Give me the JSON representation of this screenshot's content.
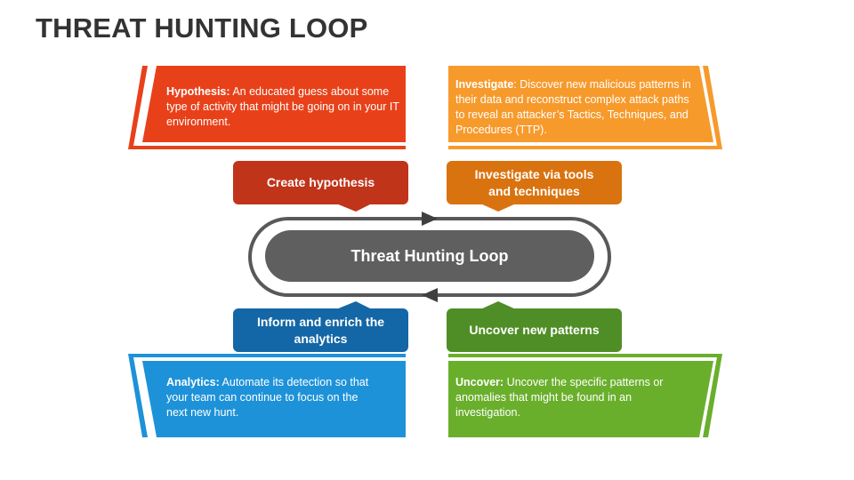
{
  "slide": {
    "title": "THREAT HUNTING LOOP"
  },
  "center": {
    "label": "Threat Hunting Loop"
  },
  "steps": [
    {
      "id": "hypothesis",
      "label": "Create hypothesis",
      "desc_term": "Hypothesis:",
      "desc_text": " An educated guess about some type of activity that might be going on in your IT environment.",
      "color": "#E8411A",
      "label_color": "#C0341A"
    },
    {
      "id": "investigate",
      "label": "Investigate via tools and techniques",
      "desc_term": "Investigate",
      "desc_text": ": Discover new malicious patterns in their data and reconstruct complex attack paths to reveal an attacker’s Tactics, Techniques, and Procedures (TTP).",
      "color": "#F79A2C",
      "label_color": "#D9730F"
    },
    {
      "id": "analytics",
      "label": "Inform and enrich the analytics",
      "desc_term": "Analytics:",
      "desc_text": " Automate its detection so that your team can continue to focus on the next new hunt.",
      "color": "#1E92D8",
      "label_color": "#1467A6"
    },
    {
      "id": "uncover",
      "label": "Uncover new patterns",
      "desc_term": "Uncover:",
      "desc_text": " Uncover the specific patterns or anomalies that might be found in an investigation.",
      "color": "#6AAF2C",
      "label_color": "#4F8E26"
    }
  ]
}
